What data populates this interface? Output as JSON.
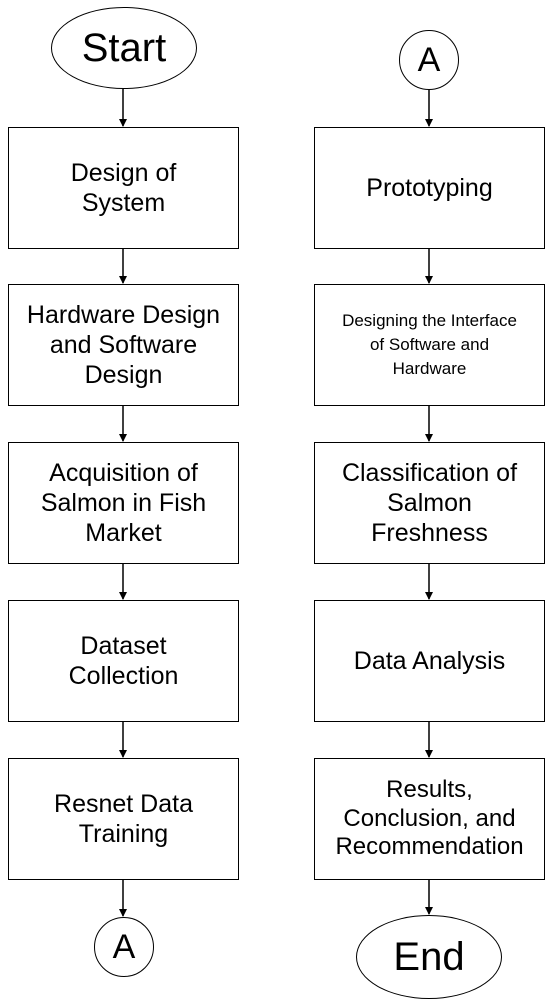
{
  "diagram": {
    "left": {
      "start": "Start",
      "step1": "Design of\nSystem",
      "step2": "Hardware Design\nand Software\nDesign",
      "step3": "Acquisition of\nSalmon in Fish\nMarket",
      "step4": "Dataset\nCollection",
      "step5": "Resnet Data\nTraining",
      "connector": "A"
    },
    "right": {
      "connector": "A",
      "step1": "Prototyping",
      "step2": "Designing the Interface\nof Software and\nHardware",
      "step3": "Classification of\nSalmon\nFreshness",
      "step4": "Data Analysis",
      "step5": "Results,\nConclusion, and\nRecommendation",
      "end": "End"
    }
  }
}
